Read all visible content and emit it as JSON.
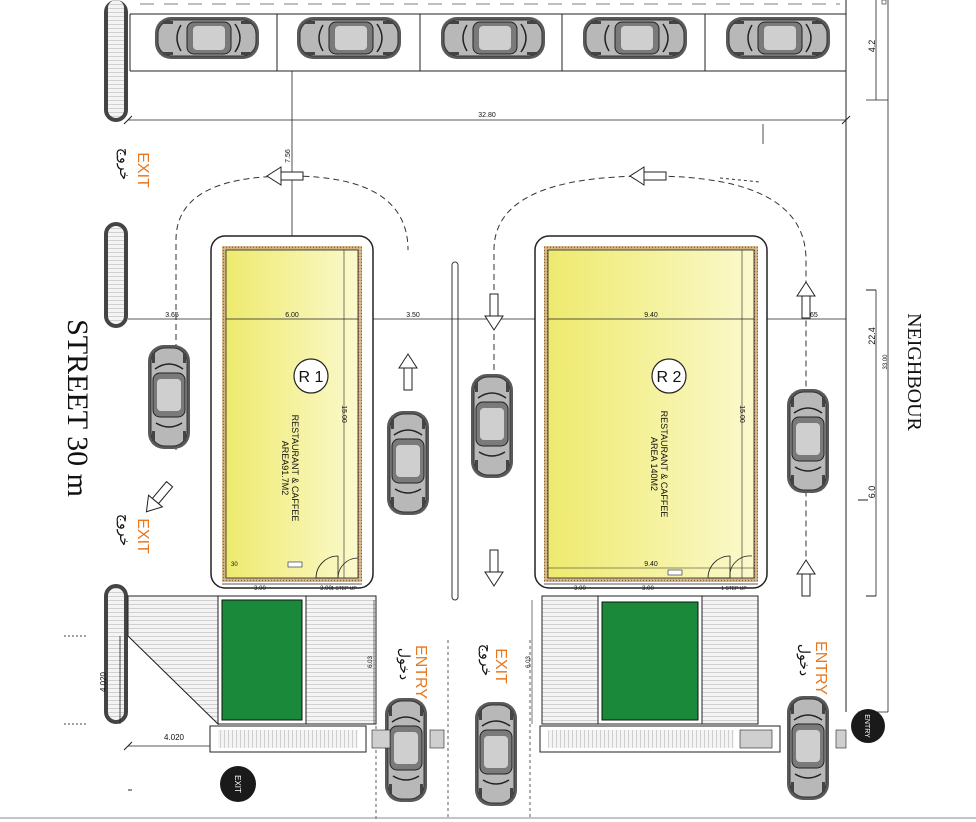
{
  "street_label": "STREET 30 m",
  "neighbour_label": "NEIGHBOUR",
  "units": [
    {
      "tag": "R 1",
      "name": "RESTAURANT & CAFFEE",
      "area": "AREA91.7M2",
      "width_dim": "6.00",
      "depth_dim": "15.00",
      "front_dims": [
        "3.00",
        "3.00"
      ],
      "step_label": "1 STEP UP",
      "corner_dim": "30"
    },
    {
      "tag": "R 2",
      "name": "RESTAURANT & CAFFEE",
      "area": "AREA 140M2",
      "width_dim": "9.40",
      "bottom_dim": "9.40",
      "depth_dim": "15.00",
      "front_dims": [
        "3.00",
        "3.00"
      ],
      "step_label": "1 STEP UP"
    }
  ],
  "dims": {
    "top_width": "32.80",
    "top_gap": "7.56",
    "right_top": "4.2",
    "right_mid": "22.4",
    "right_total": "33.00",
    "right_low": "6.0",
    "side_left": "3.65",
    "aisle_mid": "3.50",
    "side_right": "3.65",
    "bottom_left_w": "4.020",
    "bottom_left_h": "4.020",
    "front_depth_1": "6.03",
    "front_depth_2": "6.03"
  },
  "signs": {
    "exit": "EXIT",
    "entry": "ENTRY",
    "arabic_exit": "خروج",
    "arabic_entry": "دخول",
    "exit_badge": "EXIT",
    "entry_badge": "ENTRY"
  },
  "colors": {
    "unit_fill": "#f3f08c",
    "green_block": "#1a8a3a",
    "sign_orange": "#e8771e",
    "car_grey": "#8c8c8c"
  }
}
